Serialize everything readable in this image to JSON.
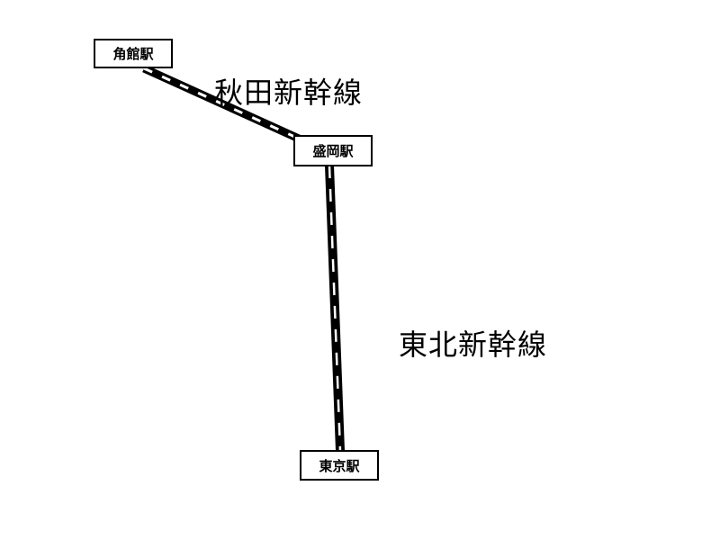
{
  "stations": {
    "kakunodate": "角館駅",
    "morioka": "盛岡駅",
    "tokyo": "東京駅"
  },
  "lines": {
    "akita": "秋田新幹線",
    "tohoku": "東北新幹線"
  },
  "colors": {
    "rail": "#000000",
    "rail_dash": "#ffffff"
  }
}
